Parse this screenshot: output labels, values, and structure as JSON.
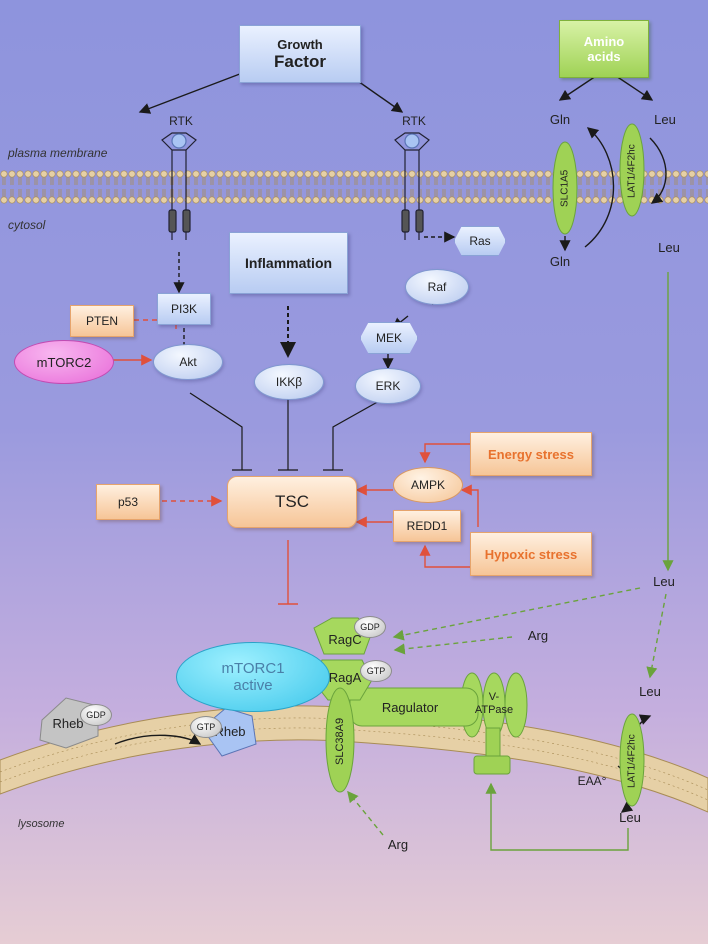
{
  "membrane_labels": {
    "plasma": "plasma membrane",
    "cytosol": "cytosol",
    "lysosome": "lysosome"
  },
  "inputs": {
    "growth_factor": [
      "Growth",
      "Factor"
    ],
    "amino_acids": [
      "Amino",
      "acids"
    ],
    "inflammation": "Inflammation"
  },
  "receptors": {
    "rtk_left": "RTK",
    "rtk_right": "RTK"
  },
  "transporters": {
    "slc1a5": "SLC1A5",
    "lat1_top": "LAT1/4F2hc",
    "lat1_bottom": "LAT1/4F2hc",
    "slc38a9": "SLC38A9"
  },
  "amino_labels": {
    "gln_top": "Gln",
    "gln_bottom": "Gln",
    "leu_top": "Leu",
    "leu_out": "Leu",
    "leu_mid": "Leu",
    "leu_lyso": "Leu",
    "leu_lyso_bottom": "Leu",
    "arg_mid": "Arg",
    "arg_bottom": "Arg",
    "eaa": "EAA°"
  },
  "nodes": {
    "ras": "Ras",
    "raf": "Raf",
    "mek": "MEK",
    "erk": "ERK",
    "pi3k": "PI3K",
    "pten": "PTEN",
    "akt": "Akt",
    "mtorc2": "mTORC2",
    "ikkb": "IKKβ",
    "tsc": "TSC",
    "p53": "p53",
    "ampk": "AMPK",
    "redd1": "REDD1",
    "energy_stress": "Energy stress",
    "hypoxic_stress": "Hypoxic stress"
  },
  "lysosome_complex": {
    "mtorc1": [
      "mTORC1",
      "active"
    ],
    "ragc": "RagC",
    "raga": "RagA",
    "gdp_ragc": "GDP",
    "gtp_raga": "GTP",
    "ragulator": "Ragulator",
    "v_atpase": [
      "V-",
      "ATPase"
    ],
    "rheb_active": "Rheb",
    "gtp_rheb": "GTP",
    "rheb_inactive": "Rheb",
    "gdp_rheb": "GDP"
  },
  "colors": {
    "inhibition": "#e0503c",
    "activation": "#1a1a1a",
    "amino_flow": "#6aa33c",
    "mtorc2": "#e86ad8",
    "mtorc1": "#5fd0ee"
  }
}
